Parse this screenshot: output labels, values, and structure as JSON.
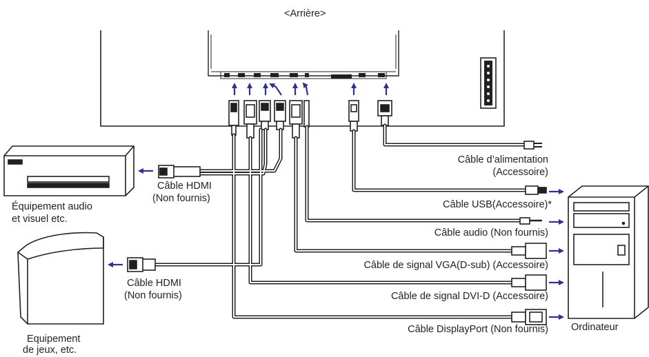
{
  "header": {
    "title": "<Arrière>"
  },
  "labels": {
    "power_cable": [
      "Câble d’alimentation",
      "(Accessoire)"
    ],
    "usb_cable": "Câble USB(Accessoire)*",
    "audio_cable": "Câble audio (Non fournis)",
    "vga_cable": "Câble de signal VGA(D-sub) (Accessoire)",
    "dvi_cable": "Câble de signal DVI-D (Accessoire)",
    "dp_cable": "Câble DisplayPort (Non fournis)",
    "computer": "Ordinateur",
    "hdmi_1": [
      "Câble HDMI",
      "(Non fournis)"
    ],
    "hdmi_2": [
      "Câble HDMI",
      "(Non fournis)"
    ],
    "av_device": [
      "Équipement audio",
      "et visuel etc."
    ],
    "game_device": [
      "Equipement",
      "de jeux, etc."
    ]
  },
  "colors": {
    "stroke": "#231f20",
    "arrow": "#2e3192",
    "fill": "#ffffff",
    "dark": "#231f20"
  }
}
